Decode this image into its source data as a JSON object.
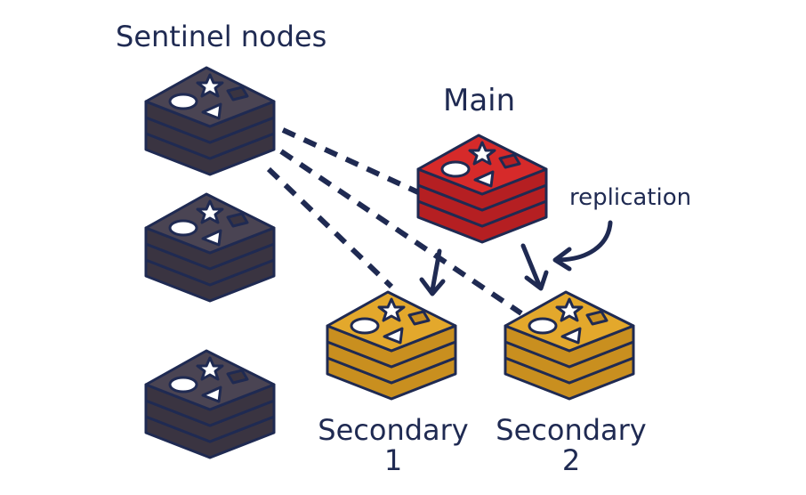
{
  "title": "Sentinel nodes",
  "main_label": "Main",
  "replication_label": "replication",
  "secondary1": {
    "line1": "Secondary",
    "line2": "1"
  },
  "secondary2": {
    "line1": "Secondary",
    "line2": "2"
  },
  "colors": {
    "sentinel_fill": "#4a4453",
    "sentinel_dark": "#3a3441",
    "main_fill": "#d62a2a",
    "main_dark": "#b51f22",
    "secondary_fill": "#e3a82c",
    "secondary_dark": "#c98f1f",
    "ink": "#1f2a52"
  }
}
